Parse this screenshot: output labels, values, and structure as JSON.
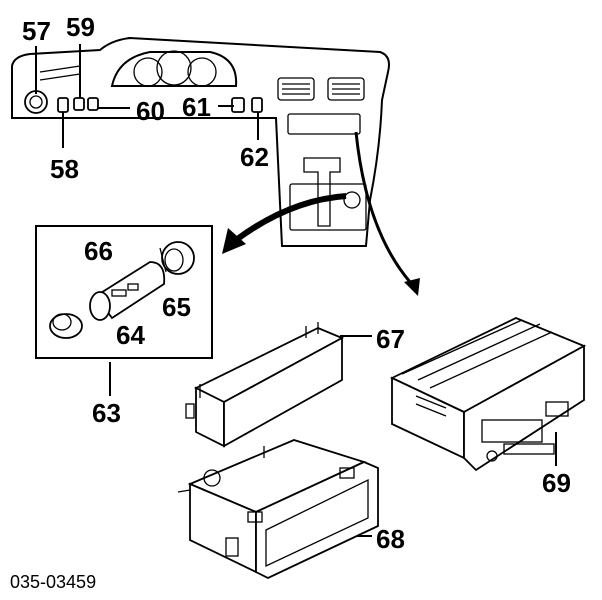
{
  "diagram": {
    "callouts": {
      "c57": "57",
      "c58": "58",
      "c59": "59",
      "c60": "60",
      "c61": "61",
      "c62": "62",
      "c63": "63",
      "c64": "64",
      "c65": "65",
      "c66": "66",
      "c67": "67",
      "c68": "68",
      "c69": "69"
    },
    "figure_code": "035-03459"
  }
}
